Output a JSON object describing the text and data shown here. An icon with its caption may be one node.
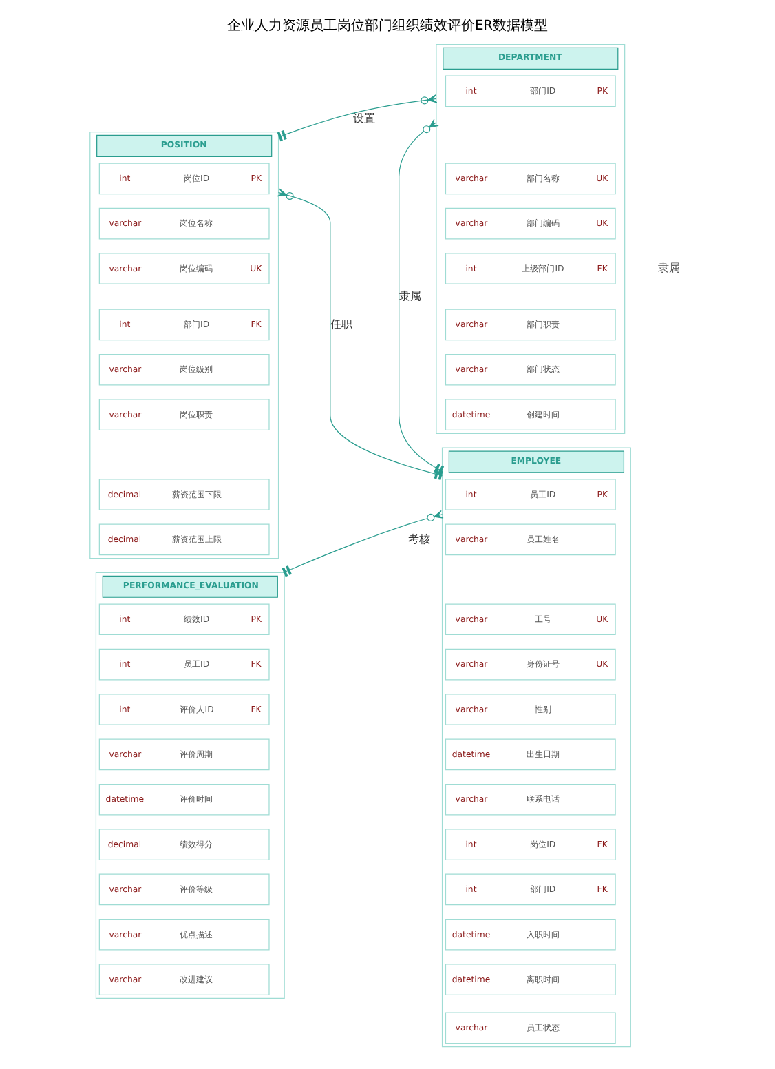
{
  "diagram": {
    "title": "企业人力资源员工岗位部门组织绩效评价ER数据模型",
    "nodes": [
      {
        "text": [
          "DEPARTMENT"
        ]
      },
      {
        "text": [
          "int",
          "部门ID",
          "PK"
        ],
        "in": 0
      },
      {
        "text": [
          "varchar",
          "部门名称",
          "UK"
        ],
        "in": 0
      },
      {
        "text": [
          "varchar",
          "部门编码",
          "UK"
        ],
        "in": 0
      },
      {
        "text": [
          "int",
          "上级部门ID",
          "FK"
        ],
        "in": 0
      },
      {
        "text": [
          "varchar",
          "部门职责"
        ],
        "in": 0
      },
      {
        "text": [
          "varchar",
          "部门状态"
        ],
        "in": 0
      },
      {
        "text": [
          "datetime",
          "创建时间"
        ],
        "in": 0
      },
      {
        "text": [
          "POSITION"
        ]
      },
      {
        "text": [
          "int",
          "岗位ID",
          "PK"
        ],
        "in": 8
      },
      {
        "text": [
          "varchar",
          "岗位名称"
        ],
        "in": 8
      },
      {
        "text": [
          "varchar",
          "岗位编码",
          "UK"
        ],
        "in": 8
      },
      {
        "text": [
          "int",
          "部门ID",
          "FK"
        ],
        "in": 8
      },
      {
        "text": [
          "varchar",
          "岗位级别"
        ],
        "in": 8
      },
      {
        "text": [
          "varchar",
          "岗位职责"
        ],
        "in": 8
      },
      {
        "text": [
          "decimal",
          "薪资范围下限"
        ],
        "in": 8
      },
      {
        "text": [
          "decimal",
          "薪资范围上限"
        ],
        "in": 8
      },
      {
        "text": [
          "EMPLOYEE"
        ]
      },
      {
        "text": [
          "int",
          "员工ID",
          "PK"
        ],
        "in": 17
      },
      {
        "text": [
          "varchar",
          "员工姓名"
        ],
        "in": 17
      },
      {
        "text": [
          "varchar",
          "工号",
          "UK"
        ],
        "in": 17
      },
      {
        "text": [
          "varchar",
          "身份证号",
          "UK"
        ],
        "in": 17
      },
      {
        "text": [
          "varchar",
          "性别"
        ],
        "in": 17
      },
      {
        "text": [
          "datetime",
          "出生日期"
        ],
        "in": 17
      },
      {
        "text": [
          "varchar",
          "联系电话"
        ],
        "in": 17
      },
      {
        "text": [
          "int",
          "岗位ID",
          "FK"
        ],
        "in": 17
      },
      {
        "text": [
          "int",
          "部门ID",
          "FK"
        ],
        "in": 17
      },
      {
        "text": [
          "datetime",
          "入职时间"
        ],
        "in": 17
      },
      {
        "text": [
          "datetime",
          "离职时间"
        ],
        "in": 17
      },
      {
        "text": [
          "varchar",
          "员工状态"
        ],
        "in": 17
      },
      {
        "text": [
          "PERFORMANCE_EVALUATION"
        ]
      },
      {
        "text": [
          "int",
          "绩效ID",
          "PK"
        ],
        "in": 30
      },
      {
        "text": [
          "int",
          "员工ID",
          "FK"
        ],
        "in": 30
      },
      {
        "text": [
          "int",
          "评价人ID",
          "FK"
        ],
        "in": 30
      },
      {
        "text": [
          "varchar",
          "评价周期"
        ],
        "in": 30
      },
      {
        "text": [
          "datetime",
          "评价时间"
        ],
        "in": 30
      },
      {
        "text": [
          "decimal",
          "绩效得分"
        ],
        "in": 30
      },
      {
        "text": [
          "varchar",
          "评价等级"
        ],
        "in": 30
      },
      {
        "text": [
          "varchar",
          "优点描述"
        ],
        "in": 30
      },
      {
        "text": [
          "varchar",
          "改进建议"
        ],
        "in": 30
      }
    ],
    "edges": [
      {
        "from": 0,
        "to": 8,
        "arrow": "other",
        "label": "设置"
      },
      {
        "from": 0,
        "to": 17,
        "arrow": "other",
        "label": "隶属"
      },
      {
        "from": 8,
        "to": 17,
        "arrow": "other",
        "label": "任职"
      },
      {
        "from": 17,
        "to": 30,
        "arrow": "other",
        "label": "考核"
      }
    ],
    "labels": [
      "隶属"
    ]
  }
}
